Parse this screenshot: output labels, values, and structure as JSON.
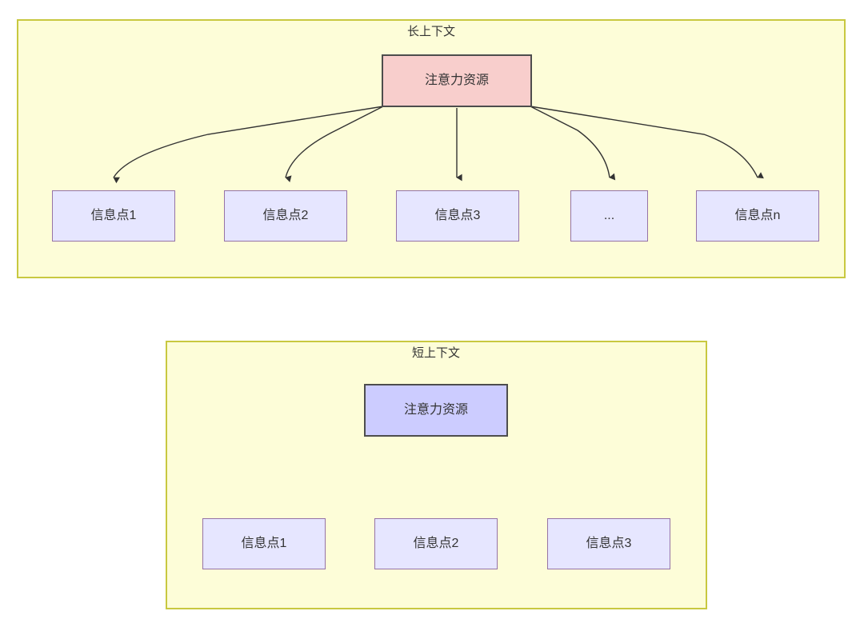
{
  "diagram": {
    "type": "tree-diagram",
    "background": "#ffffff",
    "colors": {
      "group_fill": "#fdfdd8",
      "group_stroke": "#c8c840",
      "root_pink_fill": "#f8cecc",
      "root_blue_fill": "#ccccff",
      "root_stroke": "#4d4d4d",
      "leaf_fill": "#e6e6ff",
      "leaf_stroke": "#9673a6",
      "edge_stroke": "#333333",
      "text": "#333333"
    },
    "groups": [
      {
        "id": "long-context",
        "title": "长上下文",
        "root": {
          "id": "root-long",
          "label": "注意力资源",
          "style": "pink"
        },
        "leaves": [
          {
            "id": "leaf-l1",
            "label": "信息点1"
          },
          {
            "id": "leaf-l2",
            "label": "信息点2"
          },
          {
            "id": "leaf-l3",
            "label": "信息点3"
          },
          {
            "id": "leaf-l4",
            "label": "..."
          },
          {
            "id": "leaf-l5",
            "label": "信息点n"
          }
        ]
      },
      {
        "id": "short-context",
        "title": "短上下文",
        "root": {
          "id": "root-short",
          "label": "注意力资源",
          "style": "blue"
        },
        "leaves": [
          {
            "id": "leaf-s1",
            "label": "信息点1"
          },
          {
            "id": "leaf-s2",
            "label": "信息点2"
          },
          {
            "id": "leaf-s3",
            "label": "信息点3"
          }
        ]
      }
    ]
  }
}
